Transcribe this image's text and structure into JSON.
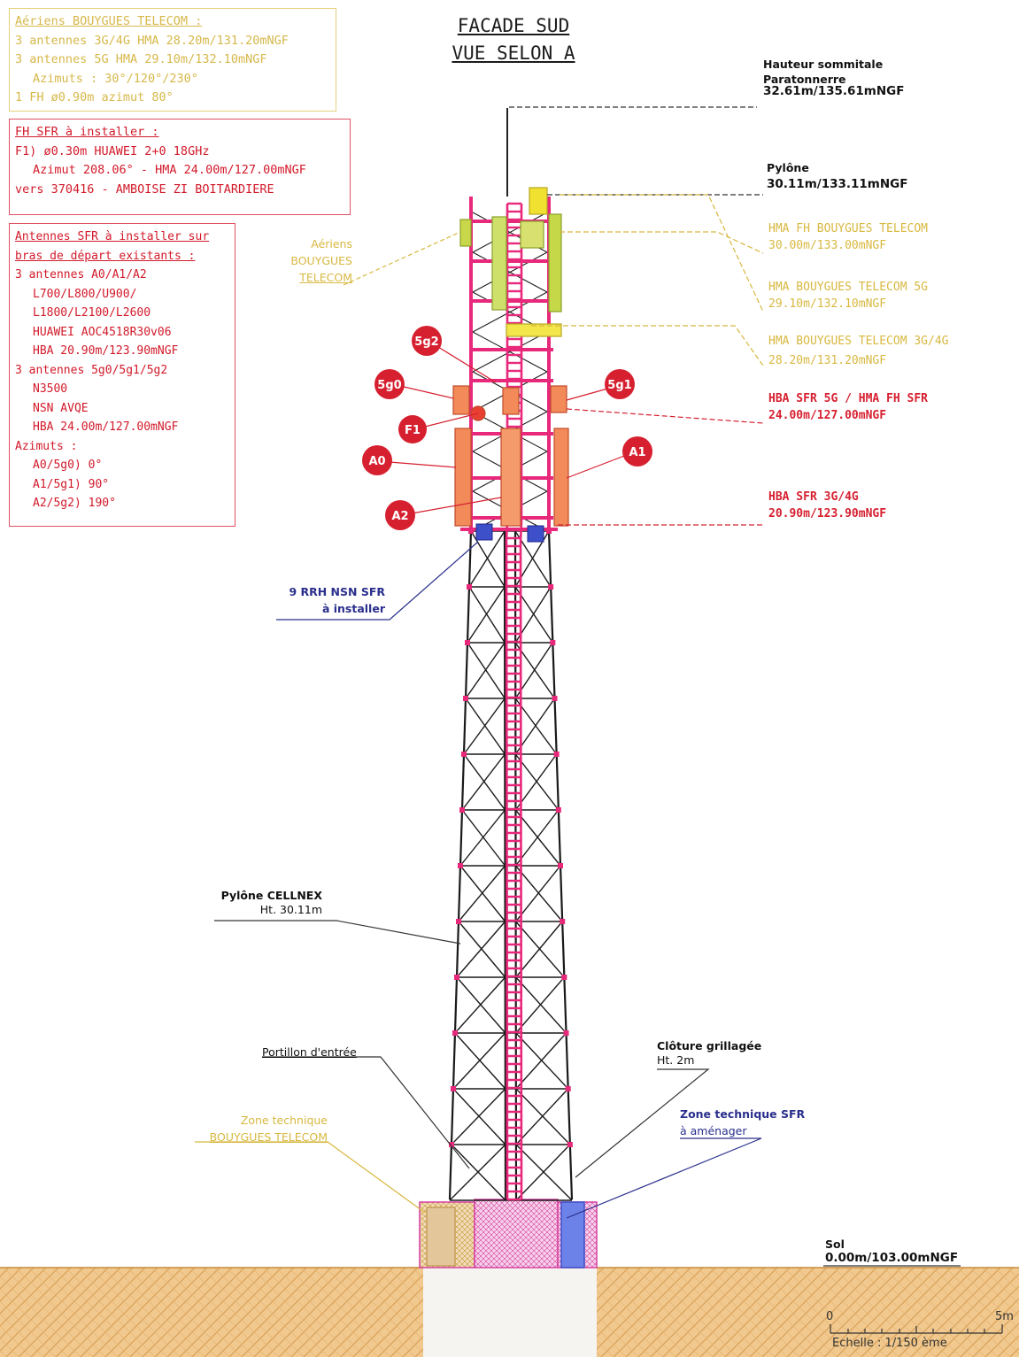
{
  "title": {
    "line1": "FACADE SUD",
    "line2": "VUE SELON A"
  },
  "colors": {
    "tower_pink": "#e8287a",
    "tower_black": "#1a1a1a",
    "sfr_red": "#d62030",
    "bouygues_yellow": "#d8b840",
    "antenna_orange": "#f0875a",
    "antenna_green": "#b8d84a",
    "rrh_blue": "#3d4fc9",
    "navy_label": "#2a2f8c",
    "ground": "#e8b36a"
  },
  "notes": {
    "bouygues": {
      "heading": "Aériens BOUYGUES TELECOM :",
      "lines": [
        "3 antennes 3G/4G HMA 28.20m/131.20mNGF",
        "3 antennes 5G HMA 29.10m/132.10mNGF",
        "Azimuts : 30°/120°/230°",
        "1 FH ø0.90m azimut 80°"
      ]
    },
    "fh_sfr": {
      "heading": "FH SFR à installer :",
      "lines": [
        "F1) ø0.30m HUAWEI 2+0 18GHz",
        "Azimut 208.06° - HMA 24.00m/127.00mNGF",
        "vers 370416 - AMBOISE ZI BOITARDIERE"
      ]
    },
    "antennes_sfr": {
      "heading1": "Antennes SFR à installer sur",
      "heading2": "bras de départ existants :",
      "lines": [
        "3 antennes A0/A1/A2",
        "L700/L800/U900/",
        "L1800/L2100/L2600",
        "HUAWEI AOC4518R30v06",
        "HBA 20.90m/123.90mNGF",
        "3 antennes 5g0/5g1/5g2",
        "N3500",
        "NSN AVQE",
        "HBA 24.00m/127.00mNGF",
        "Azimuts :",
        "A0/5g0) 0°",
        "A1/5g1) 90°",
        "A2/5g2) 190°"
      ]
    }
  },
  "right_labels": {
    "hauteur": {
      "l1": "Hauteur sommitale",
      "l2": "Paratonnerre",
      "l3": "32.61m/135.61mNGF"
    },
    "pylone": {
      "l1": "Pylône",
      "l2": "30.11m/133.11mNGF"
    },
    "hma_fh_bt": {
      "l1": "HMA FH BOUYGUES TELECOM",
      "l2": "30.00m/133.00mNGF"
    },
    "hma_bt_5g": {
      "l1": "HMA BOUYGUES TELECOM 5G",
      "l2": "29.10m/132.10mNGF"
    },
    "hma_bt_3g4g": {
      "l1": "HMA BOUYGUES TELECOM 3G/4G",
      "l2": "28.20m/131.20mNGF"
    },
    "hba_sfr_5g": {
      "l1": "HBA SFR 5G / HMA FH SFR",
      "l2": "24.00m/127.00mNGF"
    },
    "hba_sfr_3g4g": {
      "l1": "HBA SFR 3G/4G",
      "l2": "20.90m/123.90mNGF"
    },
    "sol": {
      "l1": "Sol",
      "l2": "0.00m/103.00mNGF"
    }
  },
  "left_labels": {
    "aeriens": {
      "l1": "Aériens",
      "l2": "BOUYGUES",
      "l3": "TELECOM"
    },
    "rrh": {
      "l1": "9 RRH NSN SFR",
      "l2": "à installer"
    },
    "pylone_cellnex": {
      "l1": "Pylône CELLNEX",
      "l2": "Ht. 30.11m"
    },
    "portillon": "Portillon d'entrée",
    "zone_bt": {
      "l1": "Zone technique",
      "l2": "BOUYGUES TELECOM"
    },
    "cloture": {
      "l1": "Clôture grillagée",
      "l2": "Ht. 2m"
    },
    "zone_sfr": {
      "l1": "Zone technique SFR",
      "l2": "à aménager"
    }
  },
  "callouts": [
    "5g2",
    "5g0",
    "5g1",
    "F1",
    "A0",
    "A1",
    "A2"
  ],
  "scale": {
    "zero": "0",
    "five": "5m",
    "caption": "Echelle : 1/150 ème"
  }
}
